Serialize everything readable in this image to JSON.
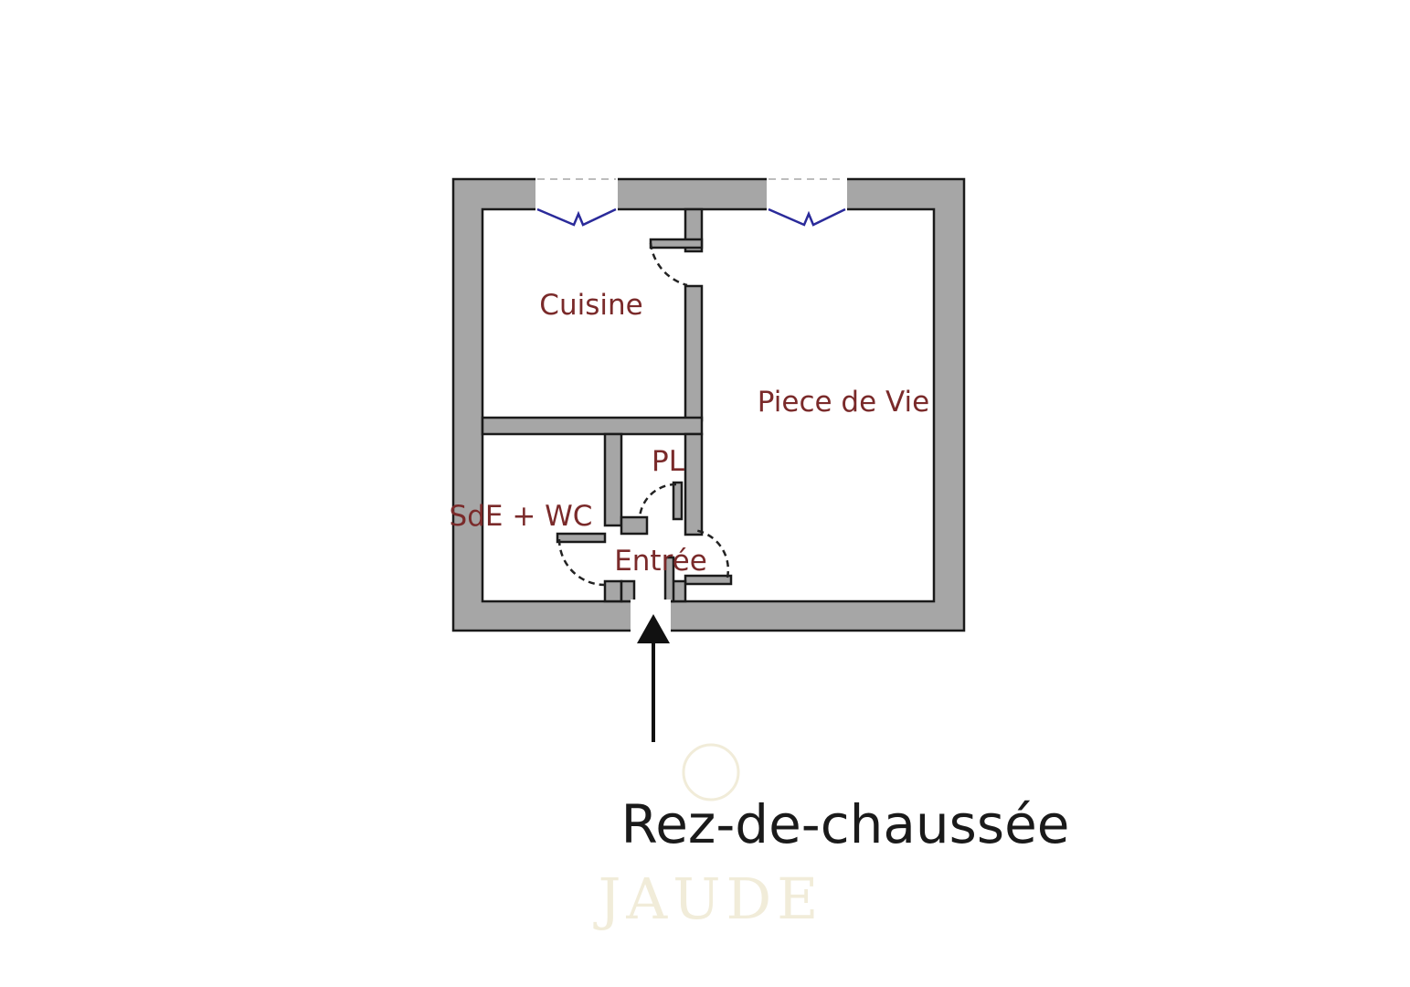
{
  "plan": {
    "colors": {
      "background": "#ffffff",
      "wall_fill": "#a6a6a6",
      "wall_outline": "#1a1a1a",
      "label_text": "#7a2a2a",
      "window_line": "#2a2a9a",
      "door_arc": "#222222",
      "arrow": "#111111",
      "floor_text": "#1a1a1a",
      "watermark": "#f1ecd9"
    },
    "rooms": {
      "cuisine": "Cuisine",
      "piece_de_vie": "Piece de Vie",
      "placard": "PL",
      "sde_wc": "SdE + WC",
      "entree": "Entrée"
    },
    "entrance_arrow_icon": "arrow-up-icon",
    "floor_name": "Rez-de-chaussée",
    "watermark": {
      "text": "JAUDE"
    }
  }
}
